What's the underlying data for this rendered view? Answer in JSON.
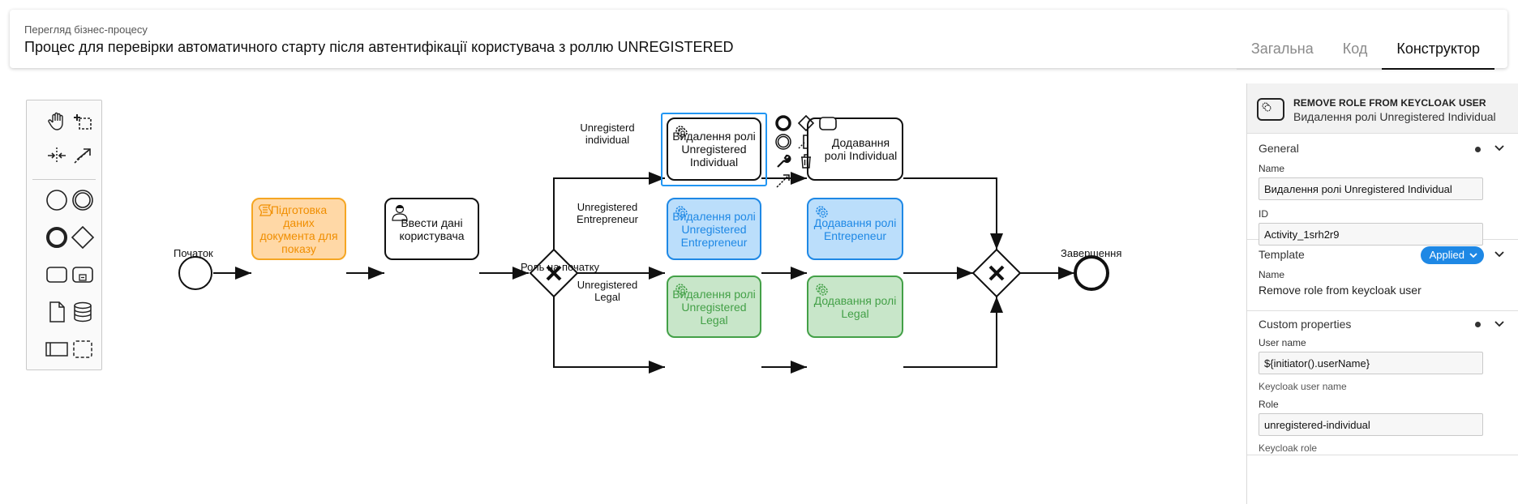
{
  "header": {
    "subtitle": "Перегляд бізнес-процесу",
    "title": "Процес для перевірки автоматичного старту після автентифікації користувача з роллю UNREGISTERED",
    "tabs": [
      {
        "label": "Загальна",
        "active": false
      },
      {
        "label": "Код",
        "active": false
      },
      {
        "label": "Конструктор",
        "active": true
      }
    ]
  },
  "palette": {
    "tools": [
      "hand-tool",
      "lasso-tool",
      "space-tool",
      "connect-tool",
      "start-event",
      "intermediate-event",
      "end-event",
      "gateway",
      "task",
      "subprocess",
      "data-object",
      "data-store",
      "pool",
      "group"
    ]
  },
  "diagram": {
    "start_event_label": "Початок",
    "end_event_label": "Завершення",
    "task_prepare": "Підготовка даних документа для показу",
    "task_user_input": "Ввести дані користувача",
    "gateway_split_label": "Роль на початку",
    "flow_individual": "Unregisterd individual",
    "flow_entrepreneur": "Unregistered Entrepreneur",
    "flow_legal": "Unregistered Legal",
    "task_remove_individual": "Видалення ролі Unregistered Individual",
    "task_remove_entrepreneur": "Видалення ролі Unregistered Entrepreneur",
    "task_remove_legal": "Видалення ролі Unregistered Legal",
    "task_add_individual": "Додавання ролі Individual",
    "task_add_entrepreneur": "Додавання ролі Entrepeneur",
    "task_add_legal": "Додавання ролі Legal",
    "colors": {
      "orange": "#f5a623",
      "blue": "#1e88e5",
      "green": "#43a047",
      "selection": "#2196f3"
    }
  },
  "properties": {
    "element_type": "REMOVE ROLE FROM KEYCLOAK USER",
    "element_name": "Видалення ролі Unregistered Individual",
    "general": {
      "title": "General",
      "name_label": "Name",
      "name_value": "Видалення ролі Unregistered Individual",
      "id_label": "ID",
      "id_value": "Activity_1srh2r9"
    },
    "template": {
      "title": "Template",
      "badge": "Applied",
      "name_label": "Name",
      "name_value": "Remove role from keycloak user"
    },
    "custom": {
      "title": "Custom properties",
      "user_label": "User name",
      "user_value": "${initiator().userName}",
      "user_hint": "Keycloak user name",
      "role_label": "Role",
      "role_value": "unregistered-individual",
      "role_hint": "Keycloak role"
    }
  }
}
